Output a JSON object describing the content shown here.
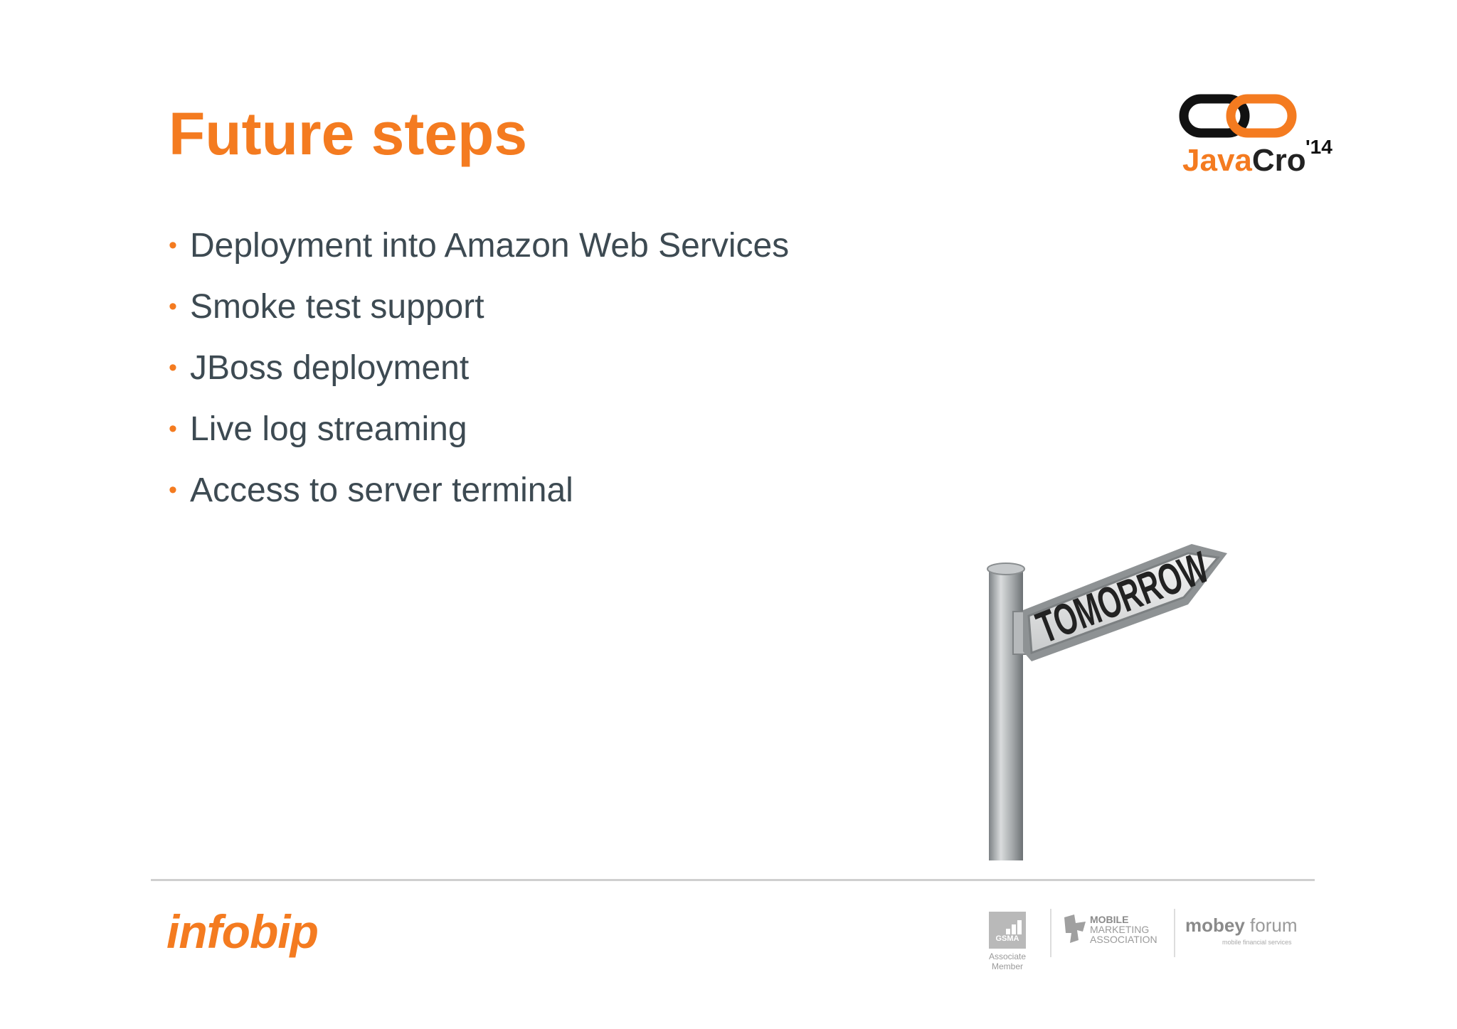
{
  "slide": {
    "title": "Future steps",
    "bullets": [
      "Deployment into Amazon Web Services",
      "Smoke test support",
      "JBoss deployment",
      "Live log streaming",
      "Access to server terminal"
    ]
  },
  "image": {
    "sign_text": "TOMORROW"
  },
  "logos": {
    "javacro": {
      "java": "Java",
      "cro": "Cro",
      "year": "'14"
    },
    "infobip": "infobip",
    "gsma": {
      "name": "GSMA",
      "sub_line1": "Associate",
      "sub_line2": "Member"
    },
    "mma": {
      "line1": "MOBILE",
      "line2": "MARKETING",
      "line3": "ASSOCIATION"
    },
    "mobey": {
      "bold": "mobey",
      "rest": " forum",
      "tagline": "mobile financial services"
    }
  },
  "colors": {
    "accent": "#f47b20",
    "text": "#3d4a52",
    "rule": "#cfcfcf"
  }
}
